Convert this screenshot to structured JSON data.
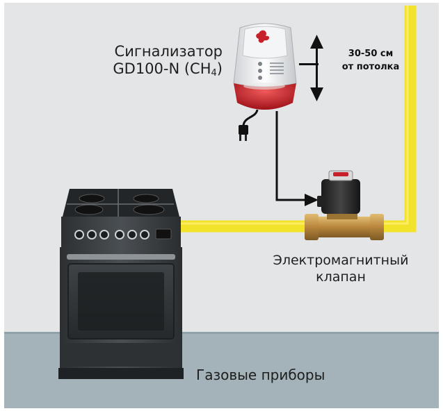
{
  "labels": {
    "detector_line1": "Сигнализатор",
    "detector_line2_prefix": "GD100-N (CH",
    "detector_line2_sub": "4",
    "detector_line2_suffix": ")",
    "distance_line1": "30-50 см",
    "distance_line2": "от потолка",
    "valve_line1": "Электромагнитный",
    "valve_line2": "клапан",
    "appliances": "Газовые приборы"
  },
  "colors": {
    "wall": "#e3e5e7",
    "floor": "#9fb0b6",
    "gas_pipe": "#f3e22a",
    "signal_wire": "#111111",
    "stove_body": "#3c4043",
    "detector_siren": "#c8202a",
    "valve_brass": "#c09248"
  },
  "icons": [
    "gas-detector-icon",
    "gas-stove-icon",
    "solenoid-valve-icon",
    "power-plug-icon",
    "double-arrow-icon"
  ]
}
